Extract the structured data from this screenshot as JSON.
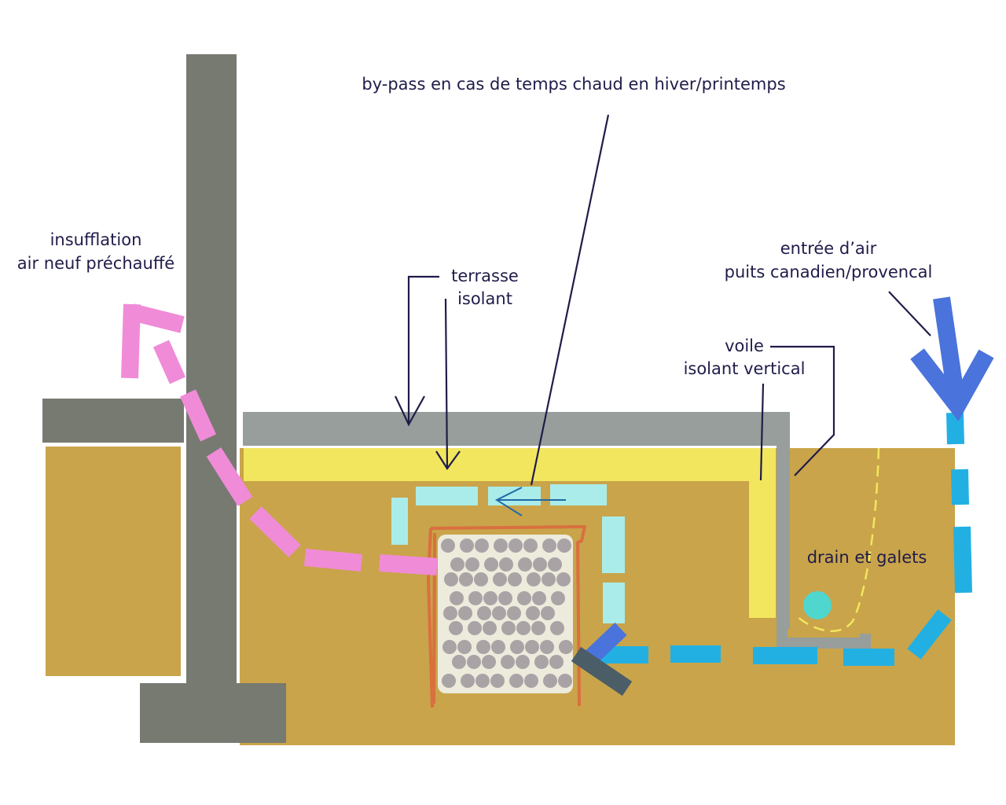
{
  "labels": {
    "bypass": "by-pass  en cas de temps chaud en hiver/printemps",
    "insufflation_line1": "insufflation",
    "insufflation_line2": "air neuf préchauffé",
    "terrasse_line1": "terrasse",
    "terrasse_line2": "isolant",
    "entree_line1": "entrée d’air",
    "entree_line2": "puits canadien/provencal",
    "voile_line1": "voile",
    "voile_line2": "isolant vertical",
    "drain": "drain et galets"
  },
  "colors": {
    "soil": "#c9a44a",
    "wall": "#777a71",
    "slab": "#979e9b",
    "insulation": "#f2e65e",
    "pink_duct": "#f08bd8",
    "cyan_duct": "#aaece9",
    "blue_duct": "#22b0e3",
    "arrow_blue": "#4a73db",
    "storage_fill": "#ecebdc",
    "storage_border": "#d9703f",
    "pebble": "#aaa3a6",
    "drain_ball": "#4fd6cf",
    "leader_line": "#1f1c4a"
  }
}
